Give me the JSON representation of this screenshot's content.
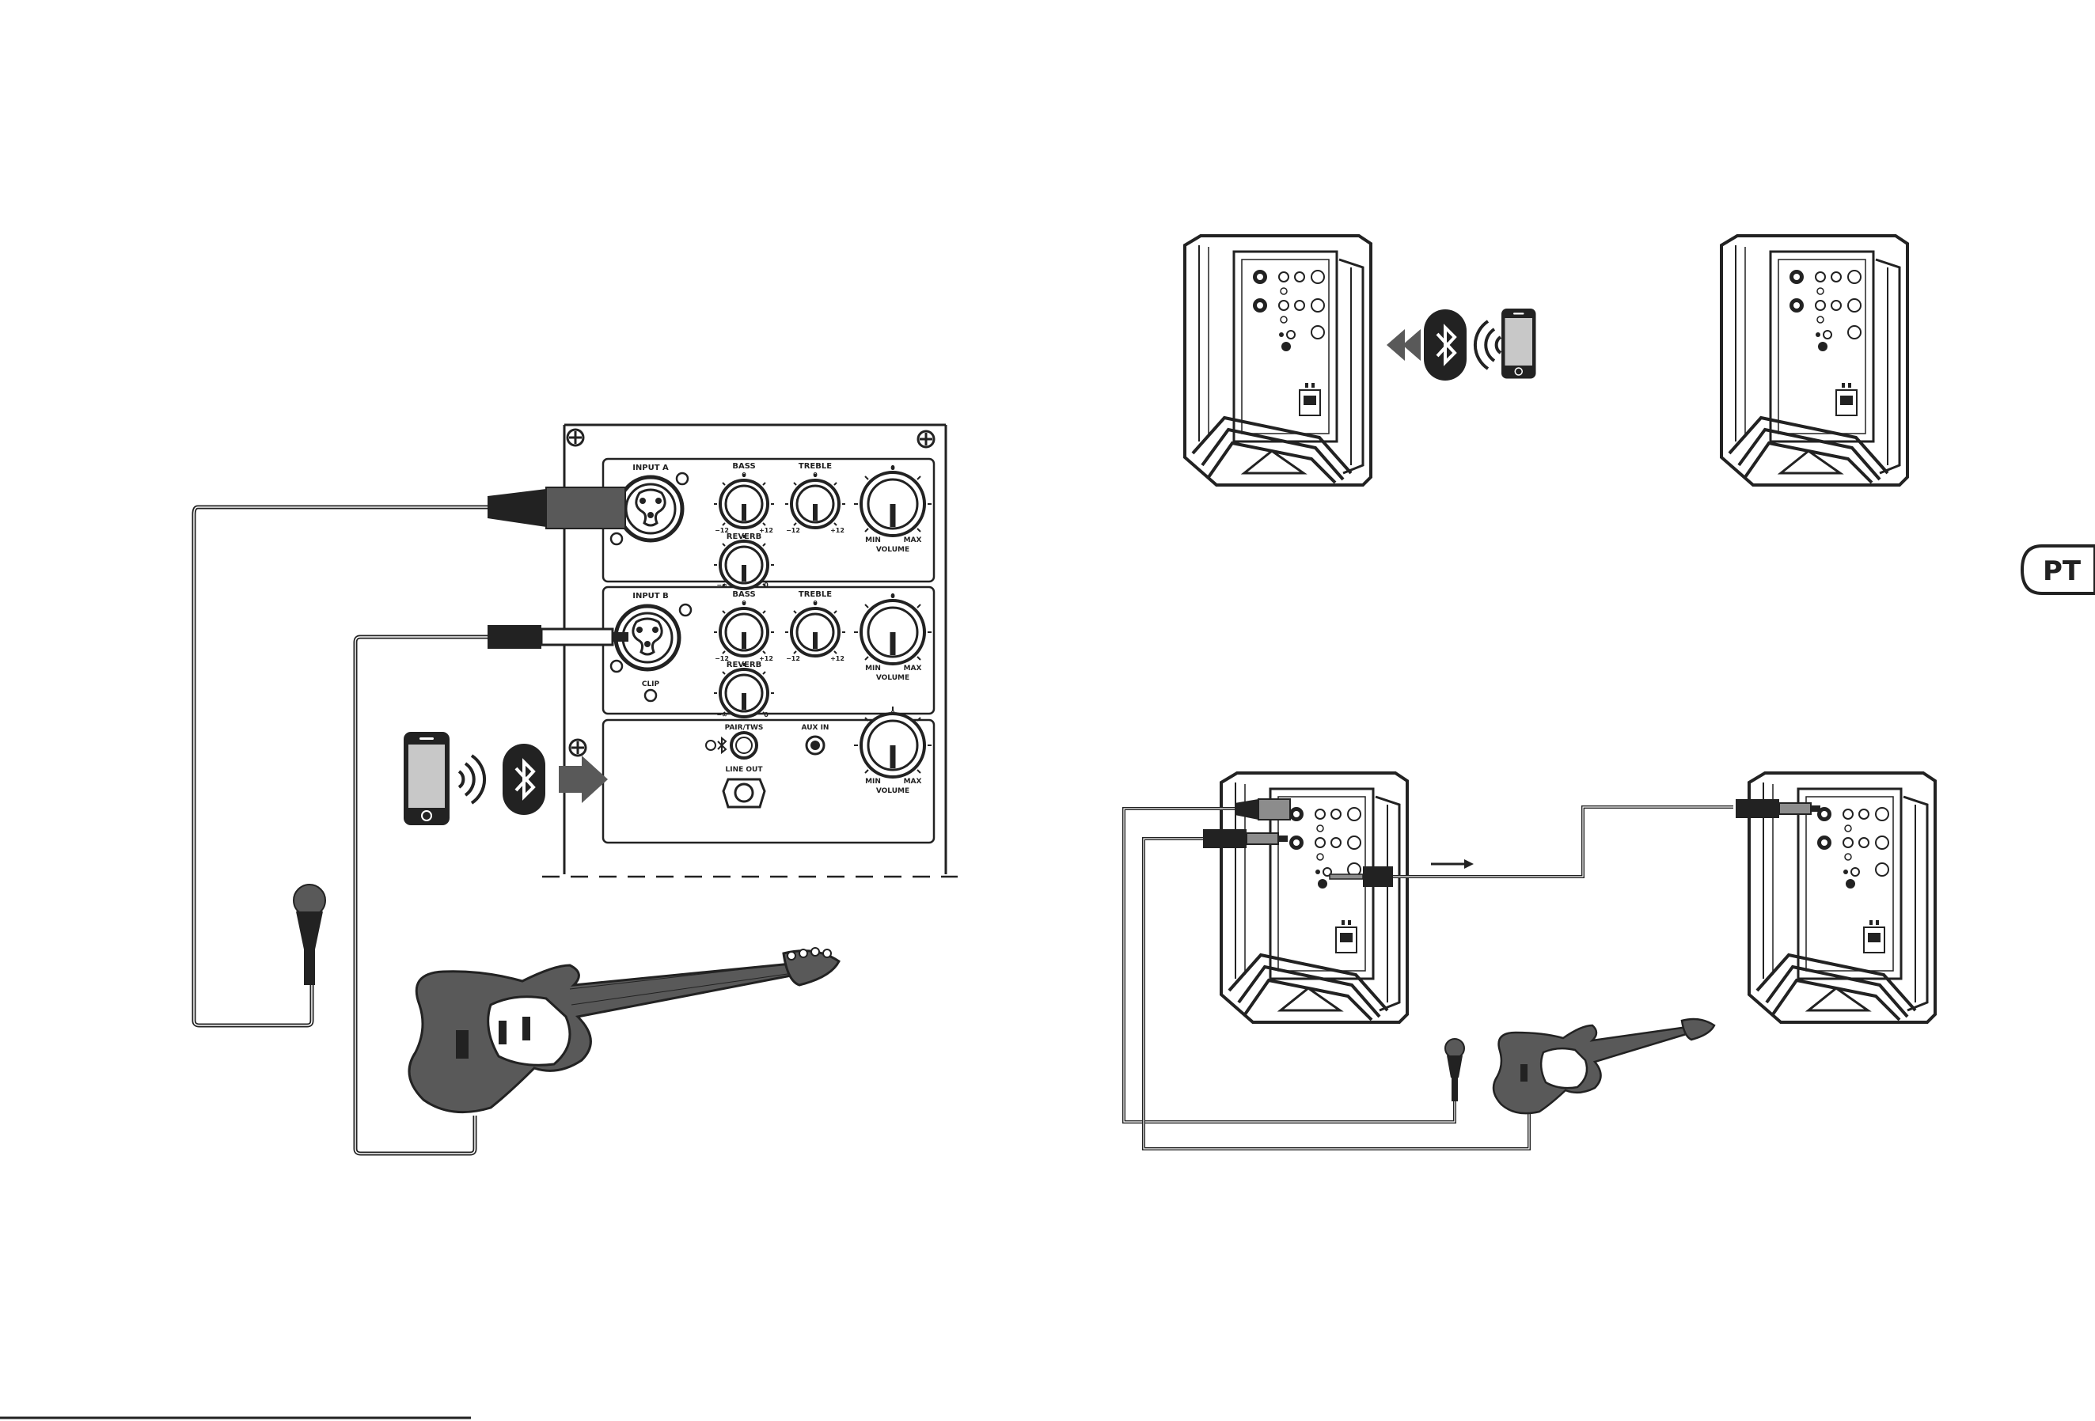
{
  "panel": {
    "input_a": "INPUT A",
    "input_b": "INPUT B",
    "bass": "BASS",
    "treble": "TREBLE",
    "reverb": "REVERB",
    "volume": "VOLUME",
    "clip": "CLIP",
    "pair_tws": "PAIR/TWS",
    "aux_in": "AUX IN",
    "line_out": "LINE OUT",
    "min": "MIN",
    "max": "MAX",
    "zero": "0",
    "minus12": "−12",
    "plus12": "+12",
    "minus_inf": "−∞"
  },
  "language_badge": "PT",
  "colors": {
    "ink": "#222222",
    "gray": "#595959",
    "light": "#c8c8c8"
  }
}
